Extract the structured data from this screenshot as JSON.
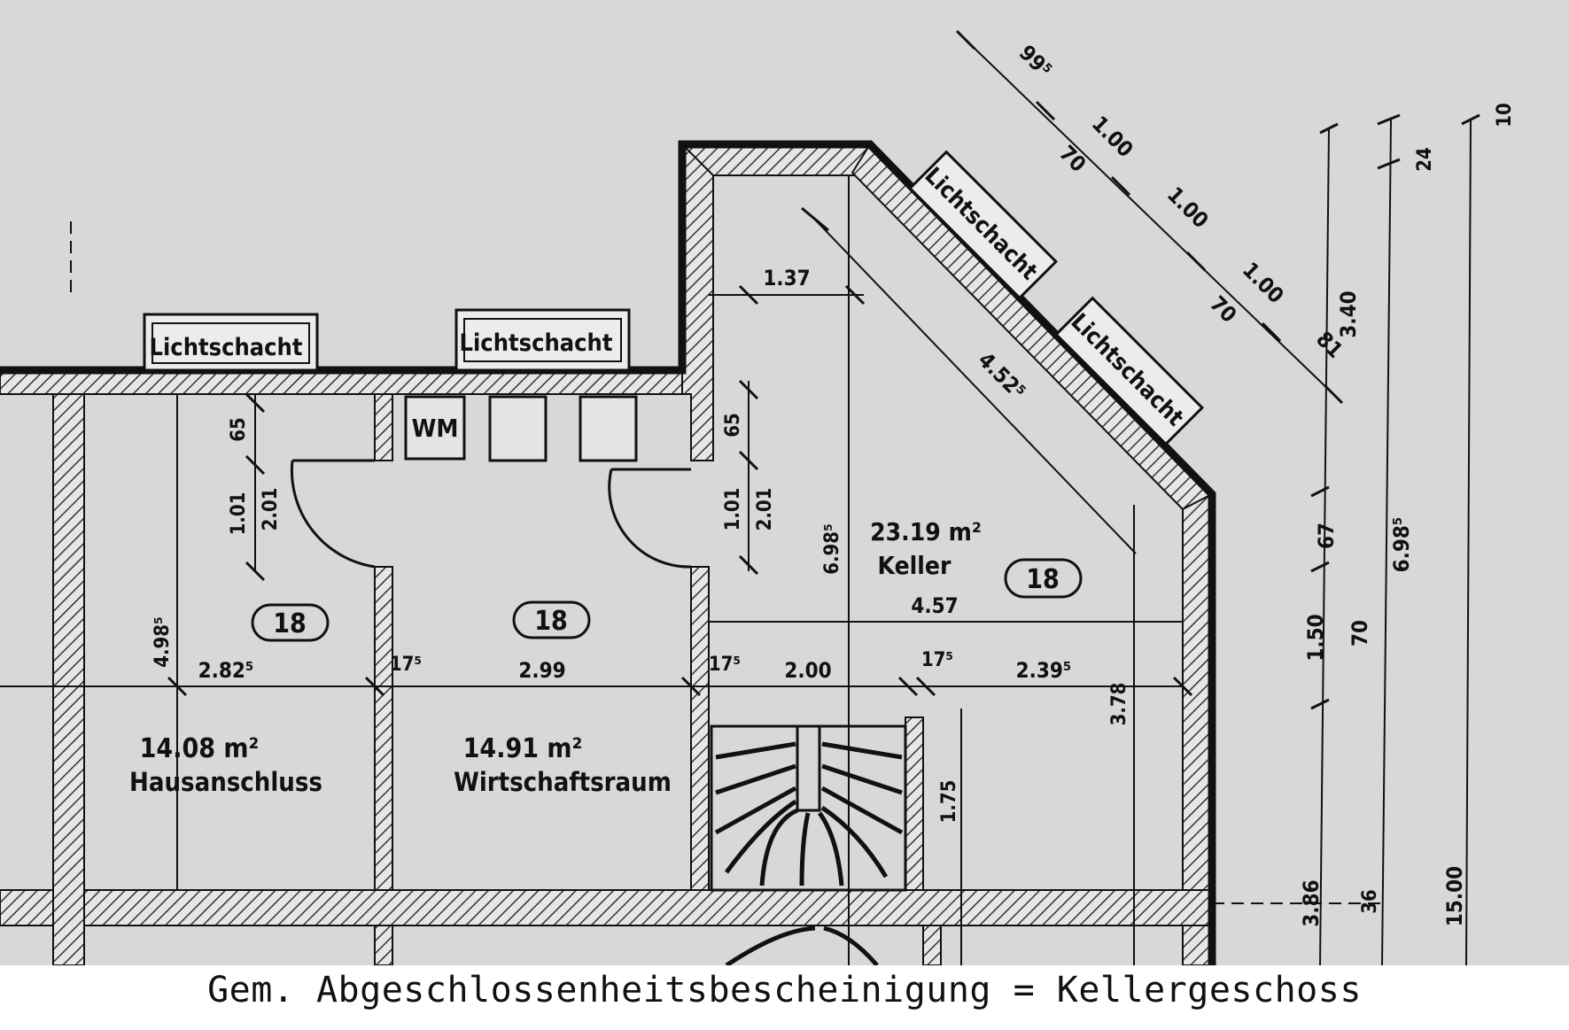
{
  "colors": {
    "paper": "#d8d8d8",
    "ink": "#111111",
    "hatch": "#555555"
  },
  "rooms": [
    {
      "id": "hausanschluss",
      "area": "14.08 m²",
      "name": "Hausanschluss",
      "unit": "18"
    },
    {
      "id": "wirtschaftsraum",
      "area": "14.91 m²",
      "name": "Wirtschaftsraum",
      "unit": "18"
    },
    {
      "id": "keller",
      "area": "23.19 m²",
      "name": "Keller",
      "unit": "18"
    }
  ],
  "lichtschacht": [
    "Lichtschacht",
    "Lichtschacht",
    "Lichtschacht",
    "Lichtschacht"
  ],
  "fixtures": {
    "washing_machine": "WM"
  },
  "dimensions": {
    "horizontal": [
      "2.82⁵",
      "17⁵",
      "2.99",
      "17⁵",
      "2.00",
      "17⁵",
      "2.39⁵",
      "1.37",
      "4.57"
    ],
    "vertical": [
      "65",
      "1.01",
      "2.01",
      "65",
      "1.01",
      "2.01",
      "4.98⁵",
      "6.98⁵",
      "1.75",
      "3.78",
      "4.52⁵"
    ],
    "diagonal": [
      "99⁵",
      "1.00",
      "70",
      "1.00",
      "1.00",
      "70",
      "81"
    ],
    "right_side": [
      "3.40",
      "24",
      "10",
      "67",
      "6.98⁵",
      "1.50",
      "70",
      "3.86",
      "36",
      "15.00"
    ]
  },
  "caption": "Gem. Abgeschlossenheitsbescheinigung = Kellergeschoss"
}
